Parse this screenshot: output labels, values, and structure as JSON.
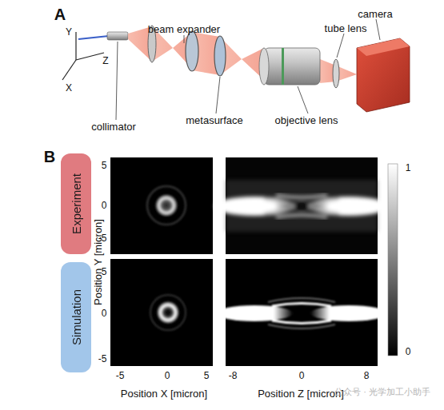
{
  "diagram": {
    "nodes": [
      {
        "text": [
          "Experiment"
        ]
      },
      {
        "text": [
          "Simulation"
        ]
      }
    ],
    "labels": [
      "A",
      "beam expander",
      "camera",
      "tube lens",
      "Y",
      "Z",
      "X",
      "collimator",
      "metasurface",
      "objective lens",
      "B",
      "5",
      "0",
      "-5",
      "Position Y [micron]",
      "5",
      "0",
      "-5",
      "1",
      "0",
      "-5",
      "0",
      "5",
      "-8",
      "0",
      "8",
      "Position X [micron]",
      "Position Z [micron]",
      "公众号 · 光学加工小助手"
    ]
  }
}
